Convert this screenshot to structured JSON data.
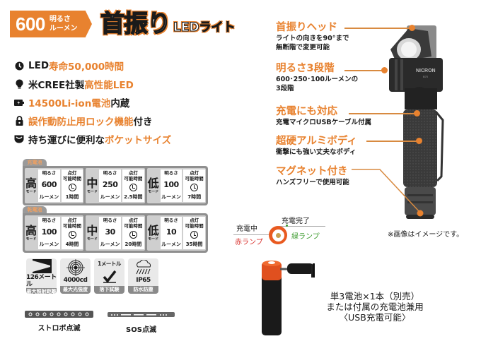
{
  "header": {
    "lumen_value": "600",
    "lumen_label_1": "明るさ",
    "lumen_label_2": "ルーメン",
    "title_main": "首振り",
    "title_sub": "LEDライト"
  },
  "features": [
    {
      "icon": "clock-icon",
      "parts": [
        {
          "t": "LED",
          "c": "black"
        },
        {
          "t": "寿命50,000時間",
          "c": "orange"
        }
      ]
    },
    {
      "icon": "bulb-icon",
      "parts": [
        {
          "t": "米CREE社製",
          "c": "black"
        },
        {
          "t": "高性能LED",
          "c": "orange"
        }
      ]
    },
    {
      "icon": "battery-icon",
      "parts": [
        {
          "t": "14500Li-ion電池",
          "c": "orange"
        },
        {
          "t": "内蔵",
          "c": "black"
        }
      ]
    },
    {
      "icon": "lock-icon",
      "parts": [
        {
          "t": "誤作動防止用ロック機能",
          "c": "orange"
        },
        {
          "t": "付き",
          "c": "black"
        }
      ]
    },
    {
      "icon": "pocket-icon",
      "parts": [
        {
          "t": "持ち運びに便利な",
          "c": "black"
        },
        {
          "t": "ポケットサイズ",
          "c": "orange"
        }
      ]
    }
  ],
  "mode_tables": [
    {
      "tab": "充電池",
      "brightness_label": "明るさ",
      "runtime_label_1": "点灯",
      "runtime_label_2": "可能時間",
      "lumen_unit": "ルーメン",
      "mode_suffix": "モード",
      "modes": [
        {
          "level": "高",
          "lumen": "600",
          "runtime": "1時間"
        },
        {
          "level": "中",
          "lumen": "250",
          "runtime": "2.5時間"
        },
        {
          "level": "低",
          "lumen": "100",
          "runtime": "7時間"
        }
      ]
    },
    {
      "tab": "乾電池",
      "brightness_label": "明るさ",
      "runtime_label_1": "点灯",
      "runtime_label_2": "可能時間",
      "lumen_unit": "ルーメン",
      "mode_suffix": "モード",
      "modes": [
        {
          "level": "高",
          "lumen": "100",
          "runtime": "4時間"
        },
        {
          "level": "中",
          "lumen": "30",
          "runtime": "20時間"
        },
        {
          "level": "低",
          "lumen": "10",
          "runtime": "35時間"
        }
      ]
    }
  ],
  "specs": [
    {
      "icon": "beam-distance-icon",
      "value": "126メートル",
      "caption": "最大照射距離"
    },
    {
      "icon": "target-icon",
      "value": "4000cd",
      "caption": "最大光強度"
    },
    {
      "icon": "drop-test-icon",
      "value": "1メートル",
      "caption": "落下試験"
    },
    {
      "icon": "rain-cloud-icon",
      "value": "IP65",
      "caption": "防水防塵"
    }
  ],
  "blink_modes": [
    {
      "label": "ストロボ点滅"
    },
    {
      "label": "SOS点滅"
    }
  ],
  "callouts": [
    {
      "title": "首振りヘッド",
      "lines": [
        "ライトの向きを90°まで",
        "無断階で変更可能"
      ]
    },
    {
      "title": "明るさ3段階",
      "lines": [
        "600･250･100ルーメンの",
        "3段階"
      ]
    },
    {
      "title": "充電にも対応",
      "lines": [
        "充電マイクロUSBケーブル付属"
      ]
    },
    {
      "title": "超硬アルミボディ",
      "lines": [
        "衝撃にも強い丈夫なボディ"
      ]
    },
    {
      "title": "マグネット付き",
      "lines": [
        "ハンズフリーで使用可能"
      ]
    }
  ],
  "flashlight": {
    "brand": "NICRON",
    "model": "B70"
  },
  "led_indicator": {
    "charging": "充電中",
    "charging_lamp": "赤ランプ",
    "complete": "充電完了",
    "complete_lamp": "緑ランプ"
  },
  "note": "※画像はイメージです。",
  "battery_text": [
    "単3電池×1本（別売）",
    "または付属の充電池兼用",
    "〈USB充電可能〉"
  ],
  "colors": {
    "accent": "#e8822f",
    "red_lamp": "#d9322e",
    "green_lamp": "#3a9a2c",
    "gray": "#8f8f8f"
  }
}
